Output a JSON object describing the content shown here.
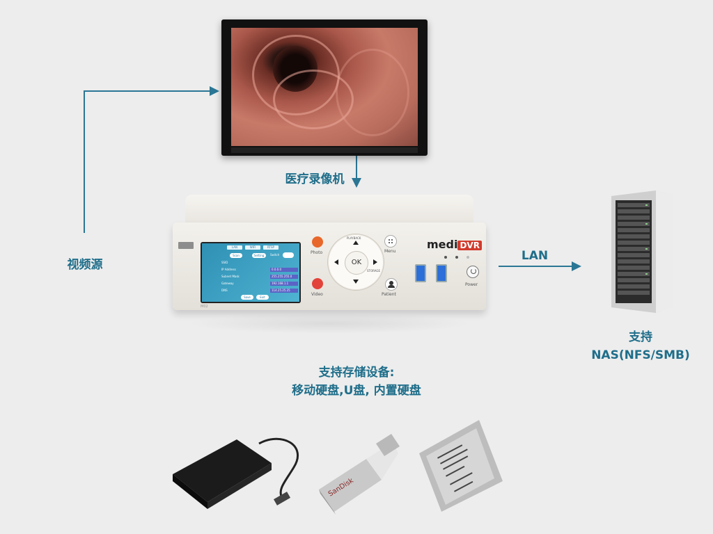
{
  "labels": {
    "device": "医疗录像机",
    "video_source": "视频源",
    "lan": "LAN",
    "nas_line1": "支持",
    "nas_line2": "NAS(NFS/SMB)",
    "storage_line1": "支持存储设备:",
    "storage_line2": "移动硬盘,U盘, 内置硬盘"
  },
  "device_panel": {
    "brand_prefix": "medi",
    "brand_suffix": "DVR",
    "model": "M02",
    "buttons": {
      "photo": "Photo",
      "video": "Video",
      "menu": "Menu",
      "patient": "Patient",
      "power": "Power",
      "ok": "OK",
      "playback": "PLAYBACK",
      "storage": "STORAGE"
    },
    "lcd": {
      "tabs": [
        "LAN",
        "WIFI",
        "RTSP"
      ],
      "toggle_buttons": [
        "Scan",
        "Setting",
        "Switch"
      ],
      "rows": [
        {
          "label": "SSID",
          "value": ""
        },
        {
          "label": "IP Address",
          "value": "0.0.0.0"
        },
        {
          "label": "Subnet Mask",
          "value": "255.255.255.0"
        },
        {
          "label": "Gateway",
          "value": "192.168.1.1"
        },
        {
          "label": "DNS",
          "value": "114.25.25.25"
        }
      ],
      "actions": [
        "Save",
        "Exit"
      ]
    }
  },
  "colors": {
    "accent": "#1f6e8a",
    "background": "#ededed",
    "photo_button": "#e8672a",
    "video_button": "#e2433a"
  },
  "icons": [
    "arrow-icon",
    "monitor-icon",
    "server-rack-icon",
    "external-hdd-icon",
    "usb-flash-drive-icon",
    "ssd-icon"
  ]
}
